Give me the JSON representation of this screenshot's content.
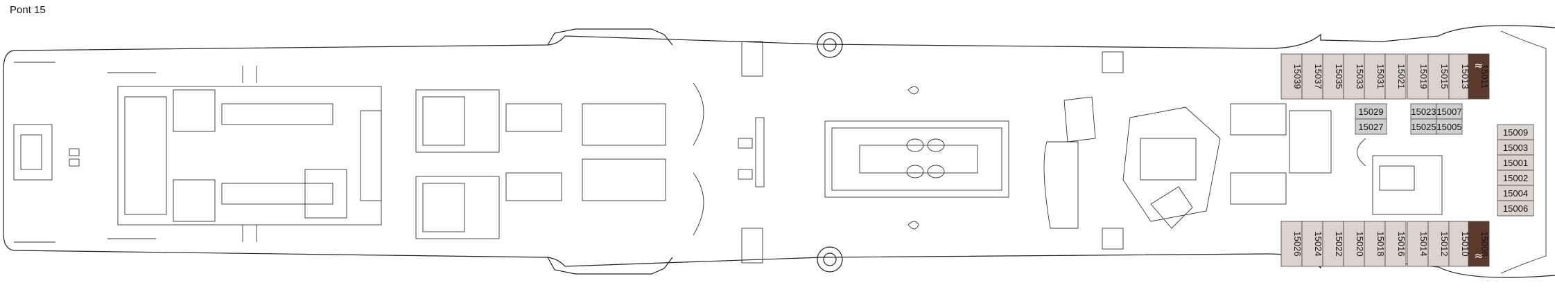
{
  "deck": {
    "title": "Pont 15"
  },
  "colors": {
    "cabin_fill": "#dcd3cc",
    "suite_fill": "#5a3a2c",
    "cabin_alt_fill": "#cfcfcf",
    "hull_stroke": "#222222"
  },
  "icons": [
    "wave-logo-icon",
    "lifeboat-ring-icon",
    "hearing-access-icon"
  ],
  "cabins": {
    "top_row": [
      "15039",
      "15037",
      "15035",
      "15033",
      "15031",
      "15021",
      "15019",
      "15015",
      "15013",
      "15011"
    ],
    "bottom_row": [
      "15026",
      "15024",
      "15022",
      "15020",
      "15018",
      "15016",
      "15014",
      "15012",
      "15010",
      "15008"
    ],
    "right_column": [
      "15009",
      "15003",
      "15001",
      "15002",
      "15004",
      "15006"
    ],
    "center_block": [
      "15029",
      "15027",
      "15023",
      "15025",
      "15007",
      "15005"
    ]
  }
}
